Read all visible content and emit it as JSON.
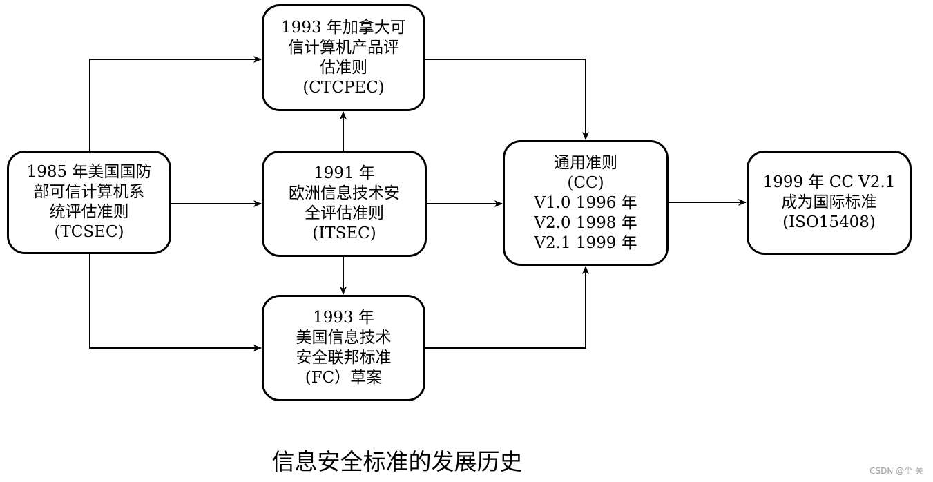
{
  "nodes": {
    "tcsec": {
      "lines": [
        "1985 年美国国防",
        "部可信计算机系",
        "统评估准则",
        "(TCSEC)"
      ]
    },
    "ctcpec": {
      "lines": [
        "1993 年加拿大可",
        "信计算机产品评",
        "估准则",
        "(CTCPEC)"
      ]
    },
    "itsec": {
      "lines": [
        "1991 年",
        "欧洲信息技术安",
        "全评估准则",
        "(ITSEC)"
      ]
    },
    "fc": {
      "lines": [
        "1993 年",
        "美国信息技术",
        "安全联邦标准",
        "(FC）草案"
      ]
    },
    "cc": {
      "lines": [
        "通用准则",
        "(CC)",
        "V1.0 1996 年",
        "V2.0 1998 年",
        "V2.1 1999 年"
      ]
    },
    "iso": {
      "lines": [
        "1999 年 CC V2.1",
        "成为国际标准",
        "(ISO15408)"
      ]
    }
  },
  "caption": "信息安全标准的发展历史",
  "watermark": "CSDN @尘 关",
  "colors": {
    "line": "#000000",
    "background": "#ffffff"
  }
}
